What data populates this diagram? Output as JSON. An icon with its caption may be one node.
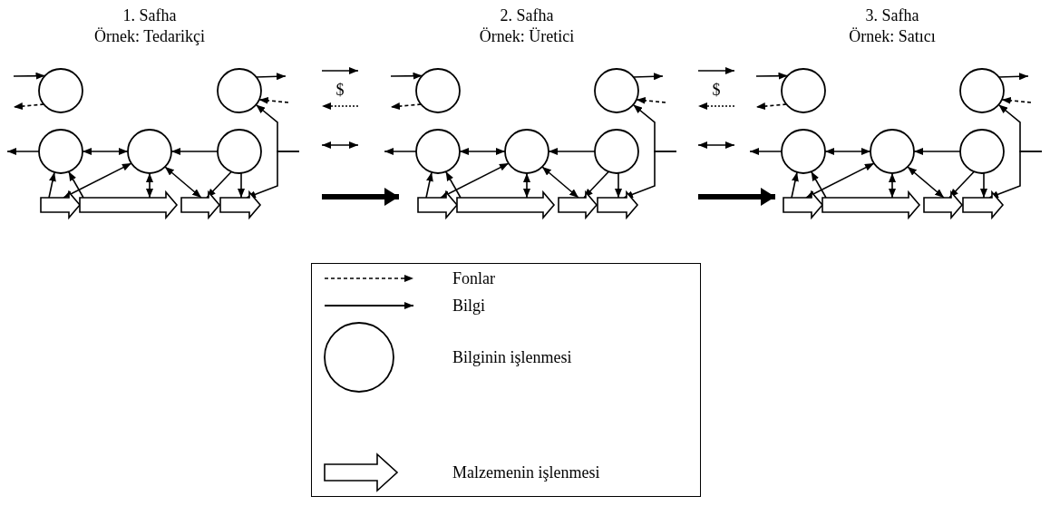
{
  "diagram": {
    "nodes": [
      {
        "text": [],
        "shape": "circle"
      },
      {
        "text": [],
        "shape": "circle"
      },
      {
        "text": [],
        "shape": "circle"
      },
      {
        "text": [],
        "shape": "circle"
      },
      {
        "text": [],
        "shape": "circle"
      },
      {
        "text": [],
        "shape": "arrow"
      },
      {
        "text": [],
        "shape": "arrow"
      },
      {
        "text": [],
        "shape": "arrow"
      },
      {
        "text": [],
        "shape": "arrow"
      },
      {
        "text": [],
        "shape": "circle"
      },
      {
        "text": [],
        "shape": "circle"
      },
      {
        "text": [],
        "shape": "circle"
      },
      {
        "text": [],
        "shape": "circle"
      },
      {
        "text": [],
        "shape": "circle"
      },
      {
        "text": [],
        "shape": "arrow"
      },
      {
        "text": [],
        "shape": "arrow"
      },
      {
        "text": [],
        "shape": "arrow"
      },
      {
        "text": [],
        "shape": "arrow"
      },
      {
        "text": [],
        "shape": "circle"
      },
      {
        "text": [],
        "shape": "circle"
      },
      {
        "text": [],
        "shape": "circle"
      },
      {
        "text": [],
        "shape": "circle"
      },
      {
        "text": [],
        "shape": "circle"
      },
      {
        "text": [],
        "shape": "arrow"
      },
      {
        "text": [],
        "shape": "arrow"
      },
      {
        "text": [],
        "shape": "arrow"
      },
      {
        "text": [],
        "shape": "arrow"
      }
    ],
    "edges": [
      {
        "from": null,
        "to": 0,
        "arrow": "to"
      },
      {
        "from": 0,
        "to": null,
        "arrow": "to",
        "style": "dashed"
      },
      {
        "from": 1,
        "to": null,
        "arrow": "to"
      },
      {
        "from": null,
        "to": 1,
        "arrow": "to",
        "style": "dashed"
      },
      {
        "from": 2,
        "to": null,
        "arrow": "to"
      },
      {
        "from": 2,
        "to": 3,
        "arrow": "both"
      },
      {
        "from": 4,
        "to": 3,
        "arrow": "to"
      },
      {
        "from": null,
        "to": 1,
        "arrow": "to"
      },
      {
        "from": null,
        "to": 8,
        "arrow": "to"
      },
      {
        "from": 5,
        "to": 2,
        "arrow": "to"
      },
      {
        "from": 6,
        "to": 2,
        "arrow": "to"
      },
      {
        "from": 3,
        "to": 5,
        "arrow": "both"
      },
      {
        "from": 3,
        "to": 6,
        "arrow": "both"
      },
      {
        "from": 3,
        "to": 7,
        "arrow": "both"
      },
      {
        "from": 4,
        "to": 7,
        "arrow": "to"
      },
      {
        "from": 4,
        "to": 8,
        "arrow": "to"
      },
      {
        "from": null,
        "to": 9,
        "arrow": "to"
      },
      {
        "from": 9,
        "to": null,
        "arrow": "to",
        "style": "dashed"
      },
      {
        "from": 10,
        "to": null,
        "arrow": "to"
      },
      {
        "from": null,
        "to": 10,
        "arrow": "to",
        "style": "dashed"
      },
      {
        "from": 11,
        "to": null,
        "arrow": "to"
      },
      {
        "from": 11,
        "to": 12,
        "arrow": "both"
      },
      {
        "from": 13,
        "to": 12,
        "arrow": "to"
      },
      {
        "from": null,
        "to": 10,
        "arrow": "to"
      },
      {
        "from": null,
        "to": 17,
        "arrow": "to"
      },
      {
        "from": 14,
        "to": 11,
        "arrow": "to"
      },
      {
        "from": 15,
        "to": 11,
        "arrow": "to"
      },
      {
        "from": 12,
        "to": 14,
        "arrow": "both"
      },
      {
        "from": 12,
        "to": 15,
        "arrow": "both"
      },
      {
        "from": 12,
        "to": 16,
        "arrow": "both"
      },
      {
        "from": 13,
        "to": 16,
        "arrow": "to"
      },
      {
        "from": 13,
        "to": 17,
        "arrow": "to"
      },
      {
        "from": null,
        "to": 18,
        "arrow": "to"
      },
      {
        "from": 18,
        "to": null,
        "arrow": "to",
        "style": "dashed"
      },
      {
        "from": 19,
        "to": null,
        "arrow": "to"
      },
      {
        "from": null,
        "to": 19,
        "arrow": "to",
        "style": "dashed"
      },
      {
        "from": 20,
        "to": null,
        "arrow": "to"
      },
      {
        "from": 20,
        "to": 21,
        "arrow": "both"
      },
      {
        "from": 22,
        "to": 21,
        "arrow": "to"
      },
      {
        "from": null,
        "to": 19,
        "arrow": "to"
      },
      {
        "from": null,
        "to": 26,
        "arrow": "to"
      },
      {
        "from": 23,
        "to": 20,
        "arrow": "to"
      },
      {
        "from": 24,
        "to": 20,
        "arrow": "to"
      },
      {
        "from": 21,
        "to": 23,
        "arrow": "both"
      },
      {
        "from": 21,
        "to": 24,
        "arrow": "both"
      },
      {
        "from": 21,
        "to": 25,
        "arrow": "both"
      },
      {
        "from": 22,
        "to": 25,
        "arrow": "to"
      },
      {
        "from": 22,
        "to": 26,
        "arrow": "to"
      }
    ],
    "labels": [
      "1. Safha",
      "2. Safha",
      "3. Safha",
      "Örnek: Tedarikçi",
      "Örnek: Üretici",
      "Örnek: Satıcı",
      "$",
      "$"
    ],
    "legend": [
      {
        "text": "Fonlar"
      },
      {
        "text": "Bilgi"
      },
      {
        "text": "Bilginin işlenmesi"
      },
      {
        "text": "Malzemenin işlenmesi"
      }
    ]
  }
}
